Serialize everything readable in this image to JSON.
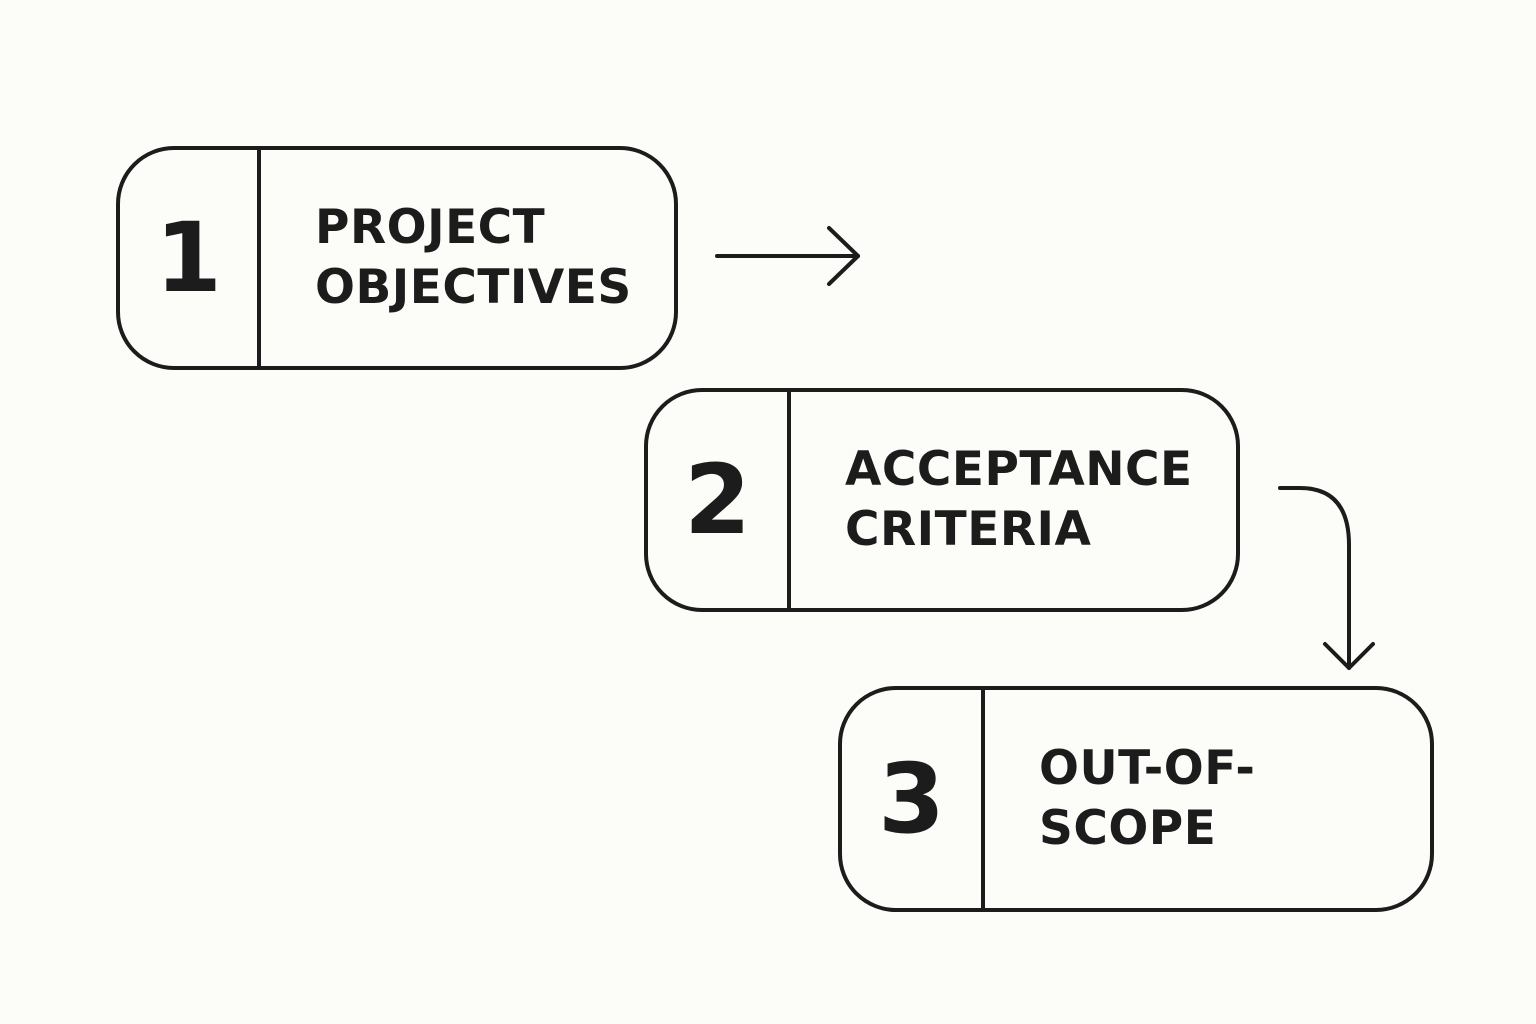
{
  "steps": [
    {
      "number": "1",
      "label_lines": [
        "PROJECT",
        "OBJECTIVES"
      ]
    },
    {
      "number": "2",
      "label_lines": [
        "ACCEPTANCE",
        "CRITERIA"
      ]
    },
    {
      "number": "3",
      "label_lines": [
        "OUT-OF-",
        "SCOPE"
      ]
    }
  ],
  "colors": {
    "background": "#fcfcf9",
    "stroke": "#1c1c1c"
  }
}
